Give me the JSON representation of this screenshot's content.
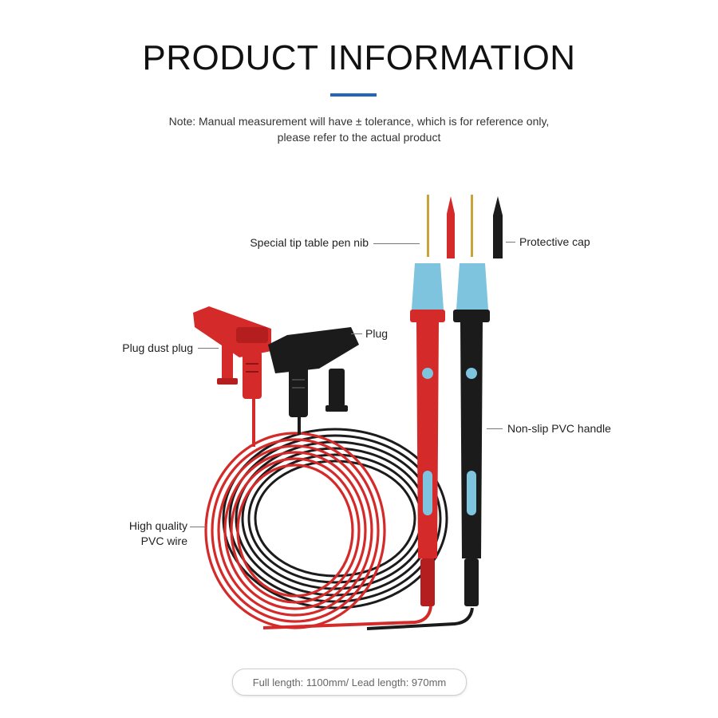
{
  "header": {
    "title": "PRODUCT INFORMATION",
    "note_line1": "Note: Manual measurement will have ± tolerance, which is for reference only,",
    "note_line2": "please refer to the actual product"
  },
  "callouts": {
    "tip": "Special tip table pen nib",
    "cap": "Protective cap",
    "plug": "Plug",
    "dust_plug": "Plug dust plug",
    "handle": "Non-slip PVC handle",
    "wire_line1": "High quality",
    "wire_line2": "PVC wire"
  },
  "footer": {
    "length": "Full length: 1100mm/ Lead length: 970mm"
  },
  "colors": {
    "accent": "#2266b8",
    "red_lead": "#d42a2a",
    "black_lead": "#1b1b1b",
    "handle_blue": "#7ec4de",
    "gold_tip": "#c9a23a"
  },
  "icons": {
    "red_probe": "red-probe-icon",
    "black_probe": "black-probe-icon",
    "red_cap": "red-cap-icon",
    "black_cap": "black-cap-icon",
    "red_plug": "red-banana-plug-icon",
    "black_plug": "black-banana-plug-icon",
    "red_dust_plug": "red-dust-plug-icon",
    "black_dust_plug": "black-dust-plug-icon",
    "coiled_wire": "coiled-wire-icon"
  }
}
